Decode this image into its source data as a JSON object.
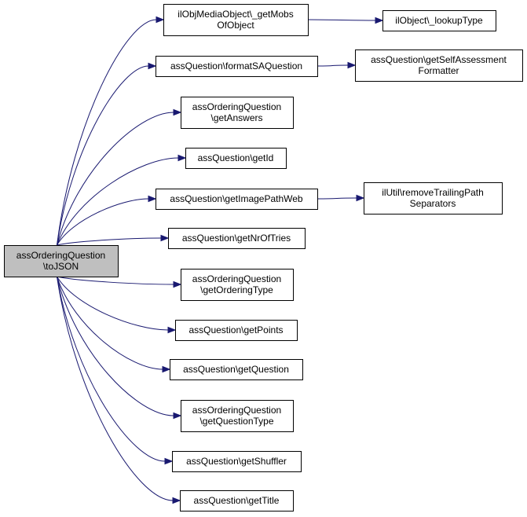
{
  "diagram": {
    "type": "call-graph",
    "edge_color": "#191970",
    "root_fill": "#bfbfbf",
    "nodes": [
      {
        "id": "root",
        "lines": [
          "assOrderingQuestion",
          "\\toJSON"
        ]
      },
      {
        "id": "getMobs",
        "lines": [
          "ilObjMediaObject\\_getMobs",
          "OfObject"
        ]
      },
      {
        "id": "lookupType",
        "lines": [
          "ilObject\\_lookupType"
        ]
      },
      {
        "id": "formatSA",
        "lines": [
          "assQuestion\\formatSAQuestion"
        ]
      },
      {
        "id": "getSAFormatter",
        "lines": [
          "assQuestion\\getSelfAssessment",
          "Formatter"
        ]
      },
      {
        "id": "getAnswers",
        "lines": [
          "assOrderingQuestion",
          "\\getAnswers"
        ]
      },
      {
        "id": "getId",
        "lines": [
          "assQuestion\\getId"
        ]
      },
      {
        "id": "getImagePathWeb",
        "lines": [
          "assQuestion\\getImagePathWeb"
        ]
      },
      {
        "id": "removeTrailing",
        "lines": [
          "ilUtil\\removeTrailingPath",
          "Separators"
        ]
      },
      {
        "id": "getNrOfTries",
        "lines": [
          "assQuestion\\getNrOfTries"
        ]
      },
      {
        "id": "getOrderingType",
        "lines": [
          "assOrderingQuestion",
          "\\getOrderingType"
        ]
      },
      {
        "id": "getPoints",
        "lines": [
          "assQuestion\\getPoints"
        ]
      },
      {
        "id": "getQuestion",
        "lines": [
          "assQuestion\\getQuestion"
        ]
      },
      {
        "id": "getQuestionType",
        "lines": [
          "assOrderingQuestion",
          "\\getQuestionType"
        ]
      },
      {
        "id": "getShuffler",
        "lines": [
          "assQuestion\\getShuffler"
        ]
      },
      {
        "id": "getTitle",
        "lines": [
          "assQuestion\\getTitle"
        ]
      }
    ],
    "edges": [
      {
        "from": "root",
        "to": "getMobs"
      },
      {
        "from": "root",
        "to": "formatSA"
      },
      {
        "from": "root",
        "to": "getAnswers"
      },
      {
        "from": "root",
        "to": "getId"
      },
      {
        "from": "root",
        "to": "getImagePathWeb"
      },
      {
        "from": "root",
        "to": "getNrOfTries"
      },
      {
        "from": "root",
        "to": "getOrderingType"
      },
      {
        "from": "root",
        "to": "getPoints"
      },
      {
        "from": "root",
        "to": "getQuestion"
      },
      {
        "from": "root",
        "to": "getQuestionType"
      },
      {
        "from": "root",
        "to": "getShuffler"
      },
      {
        "from": "root",
        "to": "getTitle"
      },
      {
        "from": "getMobs",
        "to": "lookupType"
      },
      {
        "from": "formatSA",
        "to": "getSAFormatter"
      },
      {
        "from": "getImagePathWeb",
        "to": "removeTrailing"
      }
    ]
  }
}
